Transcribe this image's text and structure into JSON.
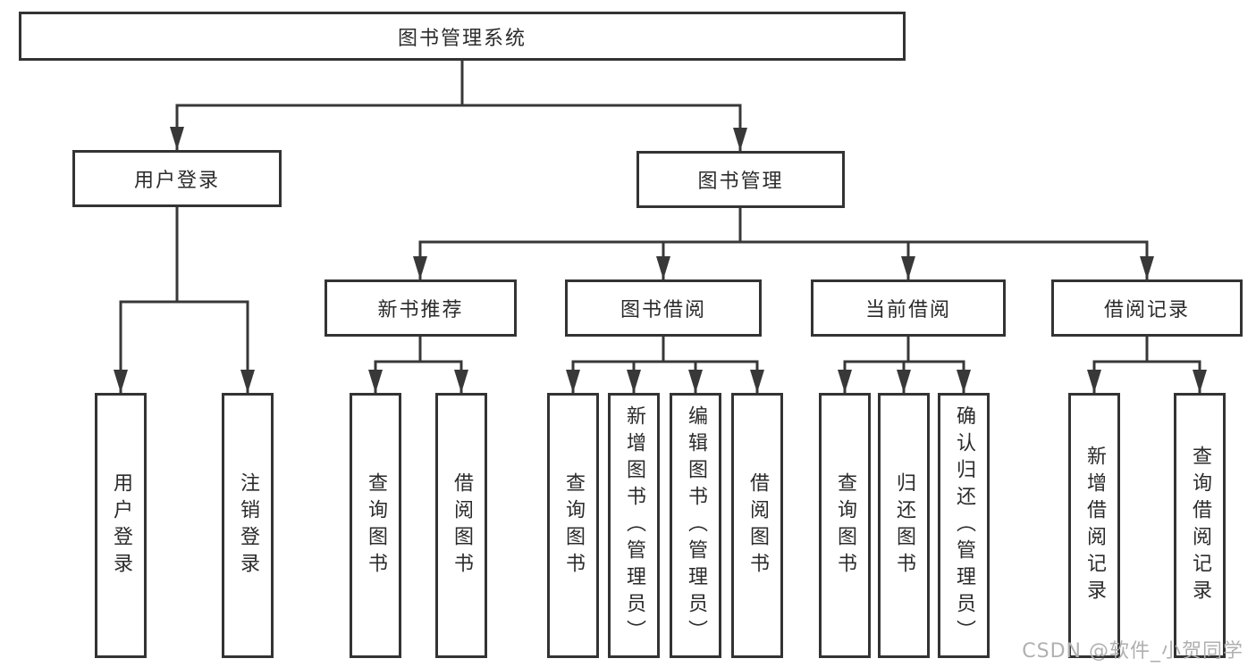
{
  "tree": {
    "label": "图书管理系统",
    "children": [
      {
        "label": "用户登录",
        "children": [
          {
            "label": "用户登录"
          },
          {
            "label": "注销登录"
          }
        ]
      },
      {
        "label": "图书管理",
        "children": [
          {
            "label": "新书推荐",
            "children": [
              {
                "label": "查询图书"
              },
              {
                "label": "借阅图书"
              }
            ]
          },
          {
            "label": "图书借阅",
            "children": [
              {
                "label": "查询图书"
              },
              {
                "label": "新增图书（管理员）"
              },
              {
                "label": "编辑图书（管理员）"
              },
              {
                "label": "借阅图书"
              }
            ]
          },
          {
            "label": "当前借阅",
            "children": [
              {
                "label": "查询图书"
              },
              {
                "label": "归还图书"
              },
              {
                "label": "确认归还（管理员）"
              }
            ]
          },
          {
            "label": "借阅记录",
            "children": [
              {
                "label": "新增借阅记录"
              },
              {
                "label": "查询借阅记录"
              }
            ]
          }
        ]
      }
    ]
  },
  "watermark": {
    "text": "CSDN @软件_小贺同学"
  },
  "colors": {
    "line": "#383838",
    "box_border": "#333333",
    "text": "#2b2b2b",
    "background": "#ffffff",
    "watermark": "#b0b0b0"
  }
}
